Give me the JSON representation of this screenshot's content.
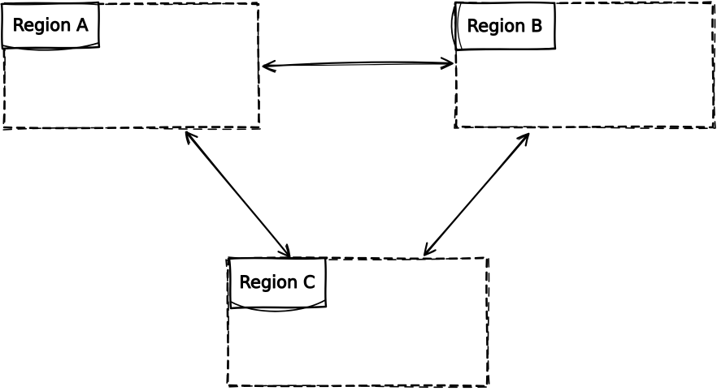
{
  "diagram": {
    "style": "hand-drawn sketch",
    "background_color": "#ffffff",
    "stroke_color": "#000000",
    "nodes": [
      {
        "id": "region-a",
        "label": "Region A",
        "position": "top-left",
        "boundary_style": "dashed"
      },
      {
        "id": "region-b",
        "label": "Region B",
        "position": "top-right",
        "boundary_style": "dashed"
      },
      {
        "id": "region-c",
        "label": "Region C",
        "position": "bottom-center",
        "boundary_style": "dashed"
      }
    ],
    "edges": [
      {
        "from": "Region A",
        "to": "Region B",
        "arrow": "bidirectional"
      },
      {
        "from": "Region A",
        "to": "Region C",
        "arrow": "bidirectional"
      },
      {
        "from": "Region B",
        "to": "Region C",
        "arrow": "bidirectional"
      }
    ]
  }
}
